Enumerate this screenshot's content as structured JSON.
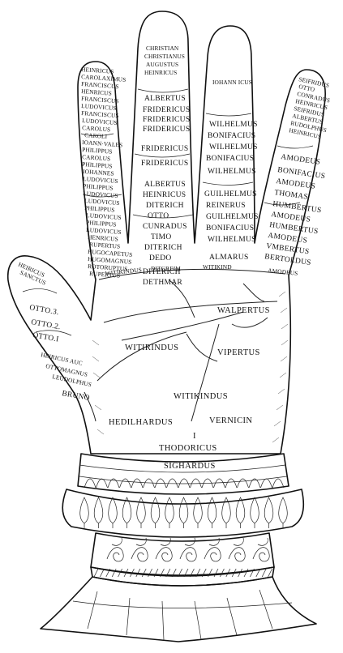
{
  "fingers": {
    "little": [
      "SEIFRIDUS",
      "OTTO",
      "CONRADUS",
      "HEINRICUS",
      "SEIFRIDUS",
      "ALBERTUS",
      "RUDOLPHUS",
      "HEINRICUS"
    ],
    "ring": [
      "AMODEUS",
      "BONIFACIUS",
      "AMODEUS",
      "THOMAS",
      "HUMBERTUS",
      "AMODEUS",
      "HUMBERTUS",
      "AMODEUS",
      "VMBERTUS",
      "BERTOLDUS"
    ],
    "middle": [
      "IOHANN ICUS",
      "WILHELMUS",
      "BONIFACIUS",
      "WILHELMUS",
      "BONIFACIUS",
      "WILHELMUS",
      "GUILHELMUS",
      "REINERUS",
      "GUILHELMUS",
      "BONIFACIUS",
      "WILHELMUS",
      "ALMARUS"
    ],
    "index": [
      "CHRISTIAN",
      "CHRISTIANUS",
      "AUGUSTUS",
      "HEINRICUS",
      "ALBERTUS",
      "FRIDERICUS",
      "FRIDERICUS",
      "FRIDERICUS",
      "FRIDERICUS",
      "FRIDERICUS",
      "ALBERTUS",
      "HEINRICUS",
      "DITERICH",
      "OTTO",
      "CUNRADUS",
      "TIMO",
      "DITERICH",
      "DEDO",
      "DITERICH",
      "DETHMAR"
    ],
    "thumb_side": [
      "HEINRICUS",
      "CAROLAXIMUS",
      "FRANCISCUS",
      "HENRICUS",
      "FRANCISCUS",
      "LUDOVICUS",
      "FRANCISCUS",
      "LUDOVICUS",
      "CAROLUS",
      "CAROLI",
      "IOANN·VALES",
      "PHILIPPUS",
      "CAROLUS",
      "PHILIPPUS",
      "IOHANNES",
      "LUDOVICUS",
      "PHILIPPUS",
      "LUDOVICUS",
      "LUDOVICUS",
      "PHILIPPUS",
      "LUDOVICUS",
      "PHILIPPUS",
      "LUDOVICUS",
      "HENRICUS",
      "RUPERTUS",
      "HUGOCAPETUS",
      "HUGOMAGNUS",
      "ROTORUPTUS",
      "RUPERTUS"
    ],
    "thumb": [
      "HEIRICUS",
      "SANCTUS",
      "OTTO.3.",
      "OTTO.2.",
      "OTTO.I",
      "HEIRICUS AUC",
      "OTTOMAGNUS",
      "LEUDOLPHUS",
      "BRUNO"
    ]
  },
  "palm": {
    "top_row": [
      "WITIKINDUS",
      "DITGREIM",
      "WITIKIND",
      "AMODEUS"
    ],
    "walpertus": "WALPERTUS",
    "witirindus": "WITIRINDUS",
    "vipertus": "VIPERTUS",
    "witikindus": "WITIKINDUS",
    "hedilhardus": "HEDILHARDUS",
    "vernicin": "VERNICIN",
    "i_mark": "I",
    "thodoricus": "THODORICUS",
    "sighardus": "SIGHARDUS"
  }
}
